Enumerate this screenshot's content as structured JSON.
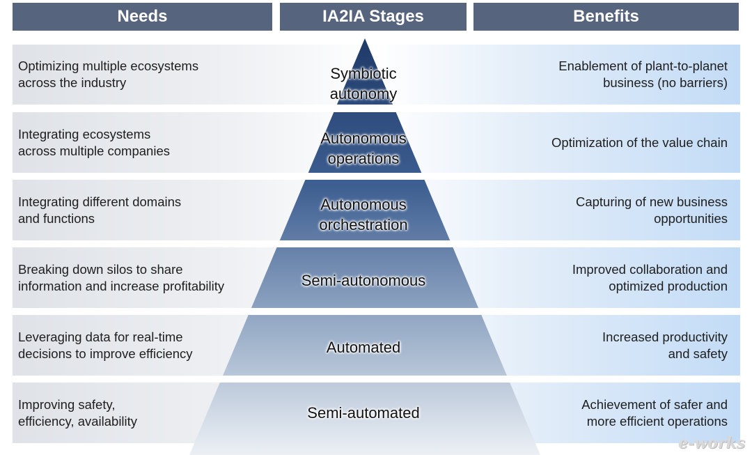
{
  "headers": {
    "needs": "Needs",
    "stages": "IA2IA Stages",
    "benefits": "Benefits"
  },
  "rows": [
    {
      "need": "Optimizing multiple ecosystems\nacross the industry",
      "stage": "Symbiotic\nautonomy",
      "benefit": "Enablement of plant-to-planet\nbusiness (no barriers)"
    },
    {
      "need": "Integrating ecosystems\nacross multiple companies",
      "stage": "Autonomous\noperations",
      "benefit": "Optimization of the value chain"
    },
    {
      "need": "Integrating different domains\nand functions",
      "stage": "Autonomous\norchestration",
      "benefit": "Capturing of new business\nopportunities"
    },
    {
      "need": "Breaking down silos to share\ninformation and increase profitability",
      "stage": "Semi-autonomous",
      "benefit": "Improved collaboration and\noptimized production"
    },
    {
      "need": "Leveraging data for real-time\ndecisions to improve efficiency",
      "stage": "Automated",
      "benefit": "Increased productivity\nand safety"
    },
    {
      "need": "Improving safety,\nefficiency, availability",
      "stage": "Semi-automated",
      "benefit": "Achievement of safer and\nmore efficient operations"
    }
  ],
  "colors": {
    "header": "#56657d",
    "pyramid_top": "#1f3a68",
    "pyramid_bottom": "#ecf0f5"
  },
  "watermark": "e-works"
}
